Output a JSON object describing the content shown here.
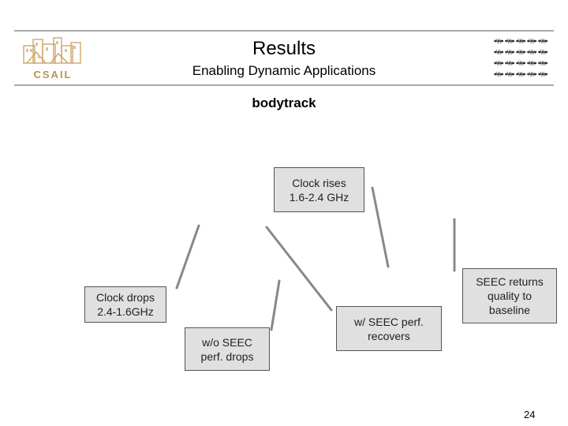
{
  "header": {
    "title": "Results",
    "subtitle": "Enabling Dynamic Applications",
    "left_logo_text": "CSAIL",
    "left_logo_icon": "csail-building-logo",
    "right_logo_icon": "ant-swarm-logo"
  },
  "main": {
    "heading": "bodytrack",
    "callouts": {
      "clock_rises": [
        "Clock rises",
        "1.6-2.4 GHz"
      ],
      "clock_drops": [
        "Clock drops",
        "2.4-1.6GHz"
      ],
      "wo_seec": [
        "w/o SEEC",
        "perf. drops"
      ],
      "w_seec": [
        "w/ SEEC perf.",
        "recovers"
      ],
      "seec_returns": [
        "SEEC returns",
        "quality to",
        "baseline"
      ]
    }
  },
  "footer": {
    "page_number": "24"
  },
  "colors": {
    "rule": "#a9a9a9",
    "callout_fill": "#e0e0e0",
    "arrow": "#888888",
    "logo_orange": "#c9a063"
  }
}
